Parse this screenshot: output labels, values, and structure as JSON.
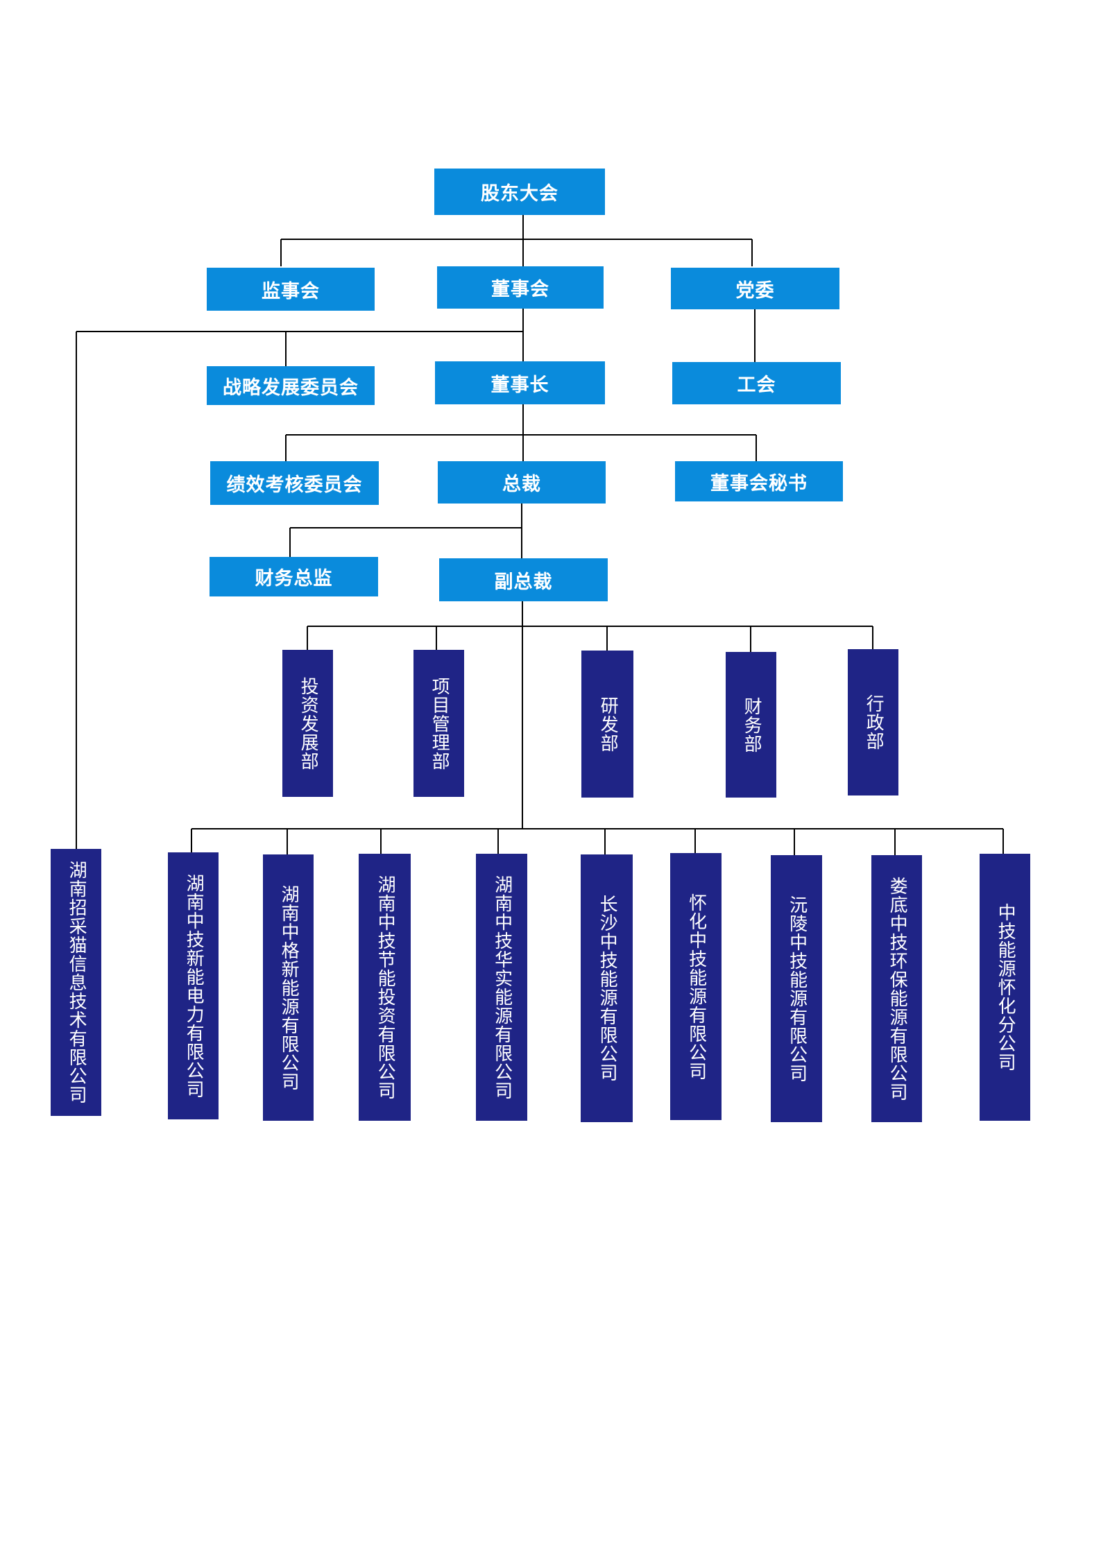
{
  "colors": {
    "top_box": "#0a8bdc",
    "bottom_box": "#1f2486",
    "line": "#000000"
  },
  "nodes": {
    "shareholders": "股东大会",
    "supervisors": "监事会",
    "board": "董事会",
    "party": "党委",
    "strategy": "战略发展委员会",
    "chairman": "董事长",
    "union": "工会",
    "performance": "绩效考核委员会",
    "president": "总裁",
    "secretary": "董事会秘书",
    "cfo": "财务总监",
    "vp": "副总裁"
  },
  "departments": [
    "投资发展部",
    "项目管理部",
    "研发部",
    "财务部",
    "行政部"
  ],
  "companies": [
    "湖南招采猫信息技术有限公司",
    "湖南中技新能电力有限公司",
    "湖南中格新能源有限公司",
    "湖南中技节能投资有限公司",
    "湖南中技华实能源有限公司",
    "长沙中技能源有限公司",
    "怀化中技能源有限公司",
    "沅陵中技能源有限公司",
    "娄底中技环保能源有限公司",
    "中技能源怀化分公司"
  ]
}
